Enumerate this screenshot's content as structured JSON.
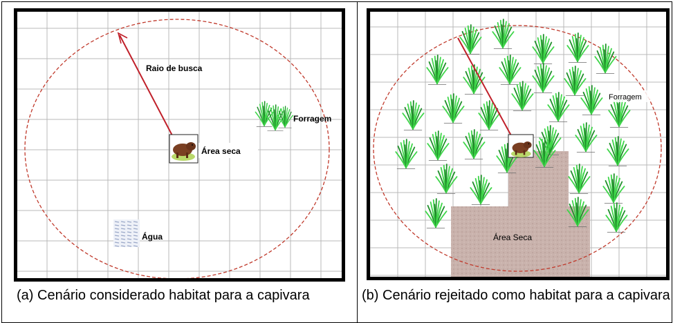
{
  "colors": {
    "grid_line": "#b9b9b9",
    "panel_border": "#000000",
    "search_circle": "#c0392b",
    "search_arrow": "#c0202a",
    "grass": "#3fd64a",
    "grass_dark": "#1f8f2a",
    "dry_area": "#c9b2ac",
    "water": "#9aa8c8",
    "capybara": "#7a3f22"
  },
  "panel_a": {
    "label_radius": "Raio de busca",
    "label_forage": "Forragem",
    "label_dry": "Área seca",
    "label_water": "Água",
    "caption": "(a) Cenário considerado habitat para a capivara",
    "icons": [
      "capybara-icon",
      "grass-icon",
      "water-icon"
    ]
  },
  "panel_b": {
    "label_forage": "Forragem",
    "label_dry": "Área Seca",
    "caption": "(b) Cenário rejeitado como habitat para a capivara",
    "icons": [
      "capybara-icon",
      "grass-icon"
    ]
  }
}
